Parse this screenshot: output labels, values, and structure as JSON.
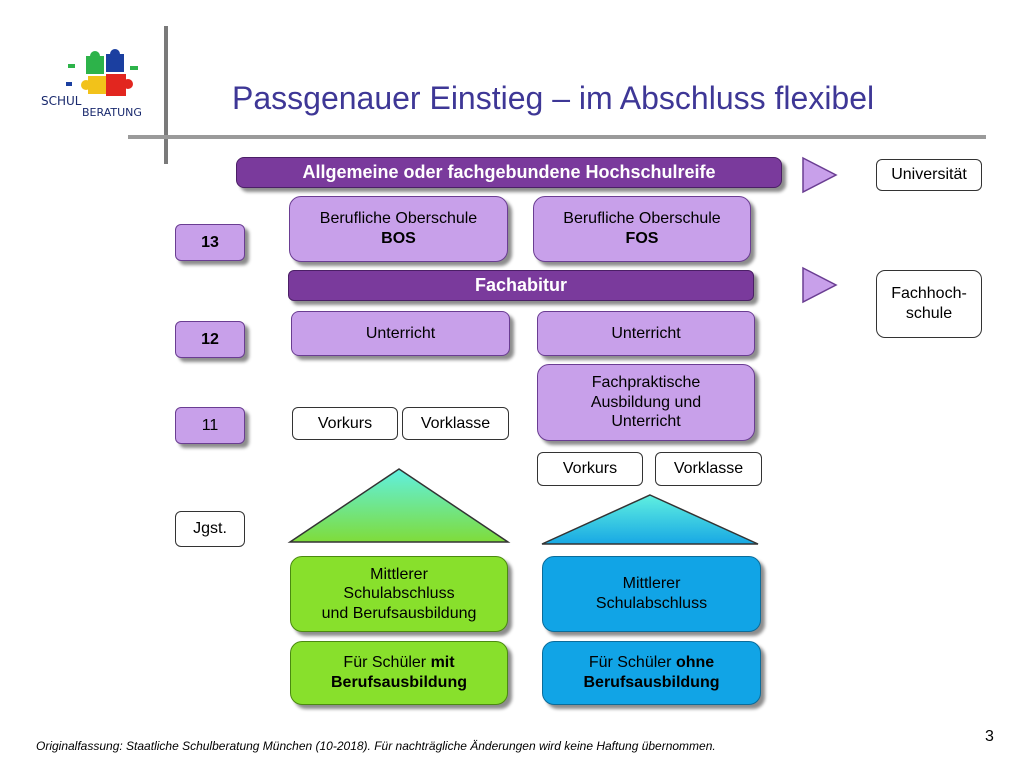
{
  "title": "Passgenauer Einstieg – im Abschluss flexibel",
  "logo": {
    "line1": "SCHUL",
    "line2": "BERATUNG"
  },
  "header_bar": "Allgemeine oder fachgebundene Hochschulreife",
  "fachabitur": "Fachabitur",
  "outcomes": {
    "universitaet": "Universität",
    "fachhochschule_1": "Fachhoch-",
    "fachhochschule_2": "schule"
  },
  "grades": {
    "g13": "13",
    "g12": "12",
    "g11": "11",
    "jgst": "Jgst."
  },
  "bos": {
    "line1": "Berufliche Oberschule",
    "line2": "BOS",
    "unterricht": "Unterricht",
    "vorkurs": "Vorkurs",
    "vorklasse": "Vorklasse"
  },
  "fos": {
    "line1": "Berufliche Oberschule",
    "line2": "FOS",
    "unterricht": "Unterricht",
    "fpa_1": "Fachpraktische",
    "fpa_2": "Ausbildung und",
    "fpa_3": "Unterricht",
    "vorkurs": "Vorkurs",
    "vorklasse": "Vorklasse"
  },
  "green": {
    "line1": "Mittlerer",
    "line2": "Schulabschluss",
    "line3": "und Berufsausbildung",
    "sub1_a": "Für Schüler ",
    "sub1_b": "mit",
    "sub2": "Berufsausbildung"
  },
  "blue": {
    "line1": "Mittlerer",
    "line2": "Schulabschluss",
    "sub1_a": "Für Schüler ",
    "sub1_b": "ohne",
    "sub2": "Berufsausbildung"
  },
  "footer": "Originalfassung: Staatliche Schulberatung München (10-2018). Für nachträgliche Änderungen wird keine Haftung übernommen.",
  "page_number": "3",
  "colors": {
    "title": "#3e3796",
    "lavender": "#c8a0ea",
    "purple": "#7a3a9c",
    "green": "#88e02c",
    "blue": "#11a4e6"
  }
}
